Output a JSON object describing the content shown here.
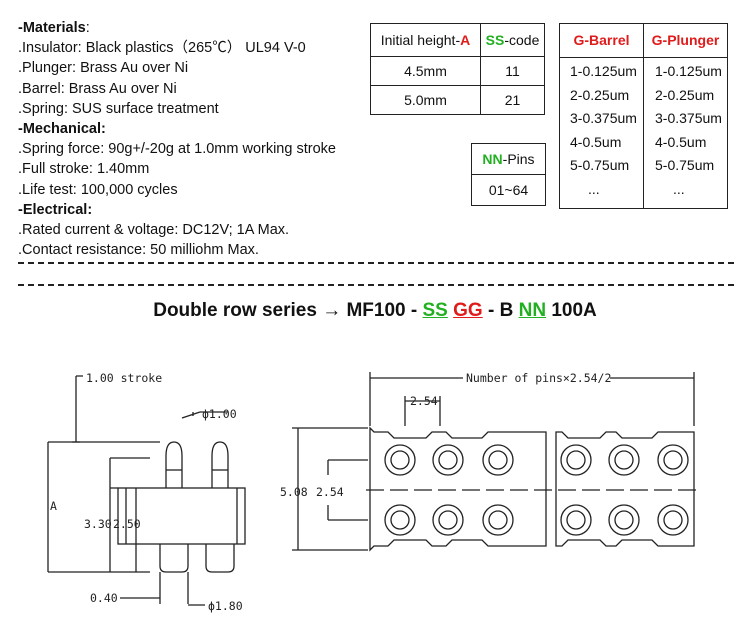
{
  "specs": {
    "materials_header": "-Materials",
    "materials_colon": ":",
    "insulator": ".Insulator: Black plastics（265℃） UL94 V-0",
    "plunger": ".Plunger: Brass Au over Ni",
    "barrel": ".Barrel: Brass Au over Ni",
    "spring": ".Spring: SUS surface treatment",
    "mechanical_header": "-Mechanical:",
    "spring_force": ".Spring force: 90g+/-20g at 1.0mm working stroke",
    "full_stroke": ".Full stroke: 1.40mm",
    "life_test": ".Life test: 100,000 cycles",
    "electrical_header": "-Electrical:",
    "rated": ".Rated current & voltage: DC12V; 1A Max.",
    "contact_resistance": ".Contact resistance: 50 milliohm Max."
  },
  "height_table": {
    "col1_prefix": "Initial height-",
    "col1_letter": "A",
    "col2_code": "SS",
    "col2_suffix": "-code",
    "rows": [
      {
        "height": "4.5mm",
        "code": "11"
      },
      {
        "height": "5.0mm",
        "code": "21"
      }
    ]
  },
  "pins_table": {
    "code": "NN",
    "suffix": "-Pins",
    "value": "01~64"
  },
  "plating_table": {
    "barrel_header": "G-Barrel",
    "plunger_header": "G-Plunger",
    "barrel_items": [
      "1-0.125um",
      "2-0.25um",
      "3-0.375um",
      "4-0.5um",
      "5-0.75um",
      "..."
    ],
    "plunger_items": [
      "1-0.125um",
      "2-0.25um",
      "3-0.375um",
      "4-0.5um",
      "5-0.75um",
      "..."
    ]
  },
  "title": {
    "prefix": "Double row series",
    "arrow": "→",
    "model": "MF100 -",
    "ss": "SS",
    "gg": "GG",
    "mid": "- B",
    "nn": "NN",
    "suffix": "100A"
  },
  "side_view": {
    "stroke": "1.00 stroke",
    "dia_top": "ϕ1.00",
    "dim_a": "A",
    "dim_330": "3.30",
    "dim_250": "2.50",
    "dim_040": "0.40",
    "dia_bottom": "ϕ1.80"
  },
  "top_view": {
    "overall": "Number of pins×2.54/2",
    "pitch": "2.54",
    "width": "5.08",
    "row_pitch": "2.54"
  }
}
